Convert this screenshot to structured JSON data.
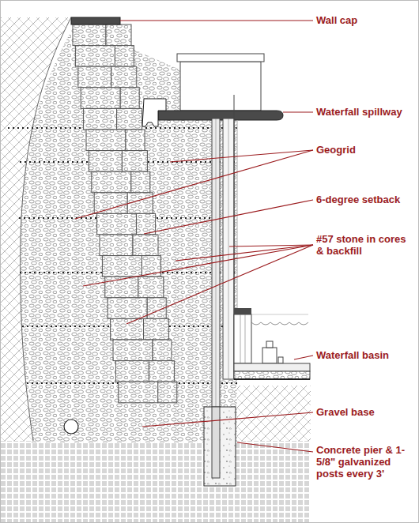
{
  "diagram": {
    "labels": [
      "Wall cap",
      "Waterfall spillway",
      "Geogrid",
      "6-degree setback",
      "#57 stone in cores & backfill",
      "Waterfall basin",
      "Gravel base",
      "Concrete pier & 1-5/8\" galvanized posts every 3'"
    ]
  }
}
